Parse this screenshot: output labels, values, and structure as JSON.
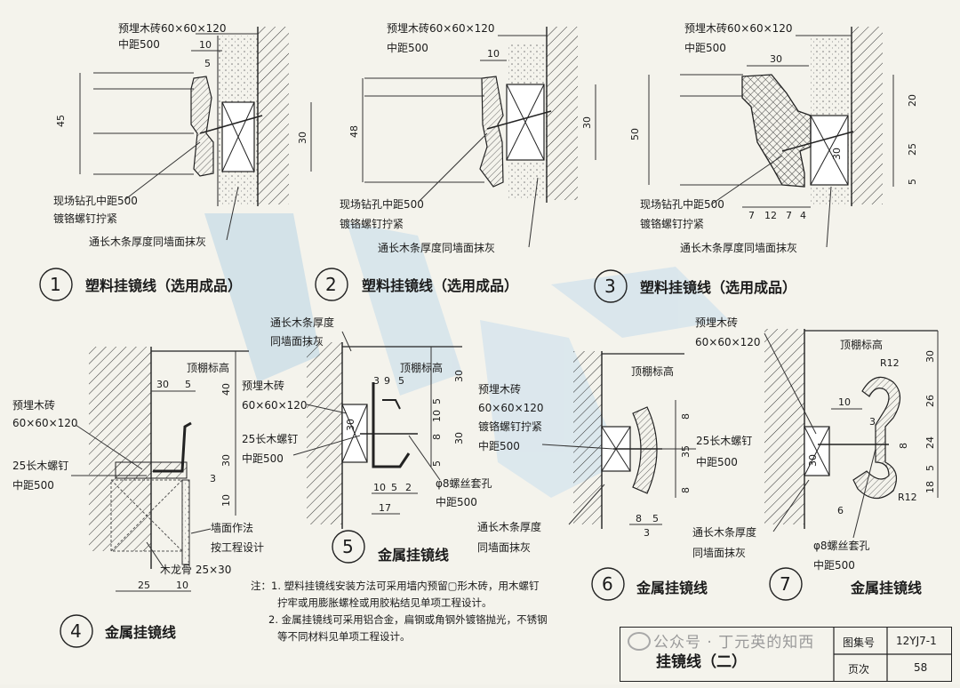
{
  "top": {
    "brick": "预埋木砖60×60×120",
    "spacing": "中距500",
    "drill": "现场钻孔中距500",
    "screw": "镀铬螺钉拧紧",
    "strip": "通长木条厚度同墙面抹灰"
  },
  "details": {
    "d1": {
      "number": "1",
      "caption": "塑料挂镜线（选用成品）",
      "dims": [
        "10",
        "5",
        "45",
        "30"
      ]
    },
    "d2": {
      "number": "2",
      "caption": "塑料挂镜线（选用成品）",
      "dims": [
        "10",
        "48",
        "30"
      ]
    },
    "d3": {
      "number": "3",
      "caption": "塑料挂镜线（选用成品）",
      "dims": [
        "30",
        "50",
        "20",
        "25",
        "5",
        "30",
        "7",
        "12",
        "7",
        "4"
      ]
    },
    "d4": {
      "number": "4",
      "caption": "金属挂镜线",
      "dims": [
        "30",
        "5",
        "40",
        "30",
        "3",
        "10",
        "25",
        "10"
      ],
      "labels": {
        "ceiling": "顶棚标高",
        "brick": "预埋木砖",
        "brick_size": "60×60×120",
        "screw": "25长木螺钉",
        "spacing": "中距500",
        "wall": "墙面作法",
        "wall2": "按工程设计",
        "keel": "木龙骨 25×30"
      }
    },
    "d5": {
      "number": "5",
      "caption": "金属挂镜线",
      "dims": [
        "3",
        "9",
        "5",
        "30",
        "10",
        "5",
        "8",
        "30",
        "5",
        "30",
        "10",
        "5",
        "2",
        "17"
      ],
      "labels": {
        "strip": "通长木条厚度",
        "strip2": "同墙面抹灰",
        "ceiling": "顶棚标高",
        "brick": "预埋木砖",
        "brick_size": "60×60×120",
        "screw": "25长木螺钉",
        "spacing": "中距500",
        "hole": "φ8螺丝套孔",
        "hole_spacing": "中距500"
      }
    },
    "d6": {
      "number": "6",
      "caption": "金属挂镜线",
      "dims": [
        "8",
        "35",
        "8",
        "8",
        "5",
        "3"
      ],
      "labels": {
        "ceiling": "顶棚标高",
        "brick": "预埋木砖",
        "brick_size": "60×60×120",
        "screw": "镀铬螺钉拧紧",
        "spacing": "中距500",
        "screw2": "25长木螺钉",
        "spacing2": "中距500",
        "strip": "通长木条厚度",
        "strip2": "同墙面抹灰"
      }
    },
    "d7": {
      "number": "7",
      "caption": "金属挂镜线",
      "dims": [
        "30",
        "26",
        "24",
        "5",
        "18",
        "10",
        "3",
        "8",
        "30",
        "6",
        "R12",
        "R12"
      ],
      "labels": {
        "brick": "预埋木砖",
        "brick_size": "60×60×120",
        "ceiling": "顶棚标高",
        "strip": "通长木条厚度",
        "strip2": "同墙面抹灰",
        "hole": "φ8螺丝套孔",
        "hole_spacing": "中距500"
      }
    }
  },
  "notes": {
    "line1": "注：1. 塑料挂镜线安装方法可采用墙内预留▢形木砖，用木螺钉",
    "line2": "拧牢或用膨胀螺栓或用胶粘结见单项工程设计。",
    "line3": "2. 金属挂镜线可采用铝合金，扁钢或角钢外镀铬抛光，不锈钢",
    "line4": "等不同材料见单项工程设计。"
  },
  "title_block": {
    "title": "挂镜线（二）",
    "atlas_label": "图集号",
    "atlas_value": "12YJ7-1",
    "page_label": "页次",
    "page_value": "58"
  },
  "watermark": "公众号 · 丁元英的知西"
}
